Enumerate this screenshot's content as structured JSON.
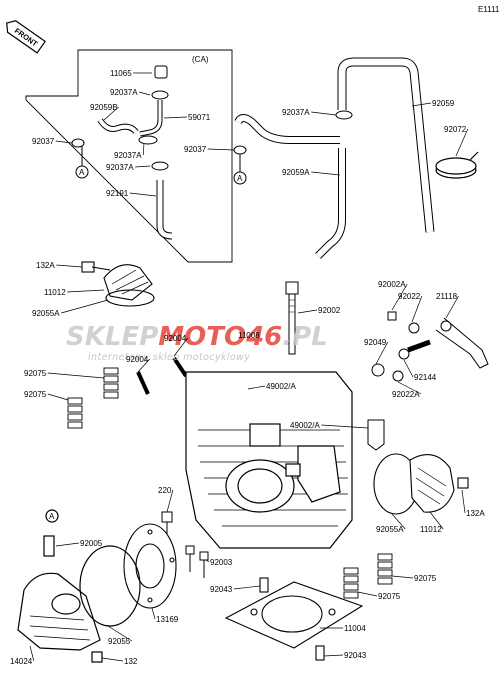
{
  "diagram": {
    "page_ref": "E1111",
    "front_tag": "FRONT",
    "group_label": "(CA)",
    "watermark": {
      "brand_part1": "SKLEP",
      "brand_part2": "MOTO46",
      "brand_part3": ".PL",
      "tagline": "internetowy sklep motocyklowy",
      "accent_color": "#e8433a",
      "gray_color": "#c9c9c9"
    },
    "callouts": [
      {
        "id": "11065",
        "text": "11065"
      },
      {
        "id": "92037A-ca-top",
        "text": "92037A"
      },
      {
        "id": "92059B",
        "text": "92059B"
      },
      {
        "id": "59071",
        "text": "59071"
      },
      {
        "id": "92037-ca",
        "text": "92037"
      },
      {
        "id": "92037A-ca-mid",
        "text": "92037A"
      },
      {
        "id": "92037A-ca-low",
        "text": "92037A"
      },
      {
        "id": "92191",
        "text": "92191"
      },
      {
        "id": "ref-A-ca",
        "text": "A"
      },
      {
        "id": "92037A-top",
        "text": "92037A"
      },
      {
        "id": "92059",
        "text": "92059"
      },
      {
        "id": "92072",
        "text": "92072"
      },
      {
        "id": "92037-mid",
        "text": "92037"
      },
      {
        "id": "92059A",
        "text": "92059A"
      },
      {
        "id": "ref-A-mid",
        "text": "A"
      },
      {
        "id": "132A-left",
        "text": "132A"
      },
      {
        "id": "11012-left",
        "text": "11012"
      },
      {
        "id": "92055A-left",
        "text": "92055A"
      },
      {
        "id": "92002",
        "text": "92002"
      },
      {
        "id": "92002A",
        "text": "92002A"
      },
      {
        "id": "92022",
        "text": "92022"
      },
      {
        "id": "21118",
        "text": "21118"
      },
      {
        "id": "11008",
        "text": "11008"
      },
      {
        "id": "92004-a",
        "text": "92004"
      },
      {
        "id": "92004-b",
        "text": "92004"
      },
      {
        "id": "92049",
        "text": "92049"
      },
      {
        "id": "92144",
        "text": "92144"
      },
      {
        "id": "92022A",
        "text": "92022A"
      },
      {
        "id": "92075-a",
        "text": "92075"
      },
      {
        "id": "92075-b",
        "text": "92075"
      },
      {
        "id": "49002A-a",
        "text": "49002/A"
      },
      {
        "id": "49002A-b",
        "text": "49002/A"
      },
      {
        "id": "220",
        "text": "220"
      },
      {
        "id": "ref-A-low",
        "text": "A"
      },
      {
        "id": "92005",
        "text": "92005"
      },
      {
        "id": "92055A-right",
        "text": "92055A"
      },
      {
        "id": "11012-right",
        "text": "11012"
      },
      {
        "id": "132A-right",
        "text": "132A"
      },
      {
        "id": "92003",
        "text": "92003"
      },
      {
        "id": "92075-c",
        "text": "92075"
      },
      {
        "id": "92043-a",
        "text": "92043"
      },
      {
        "id": "92075-d",
        "text": "92075"
      },
      {
        "id": "13169",
        "text": "13169"
      },
      {
        "id": "11004",
        "text": "11004"
      },
      {
        "id": "92055",
        "text": "92055"
      },
      {
        "id": "14024",
        "text": "14024"
      },
      {
        "id": "132",
        "text": "132"
      },
      {
        "id": "92043-b",
        "text": "92043"
      }
    ]
  }
}
